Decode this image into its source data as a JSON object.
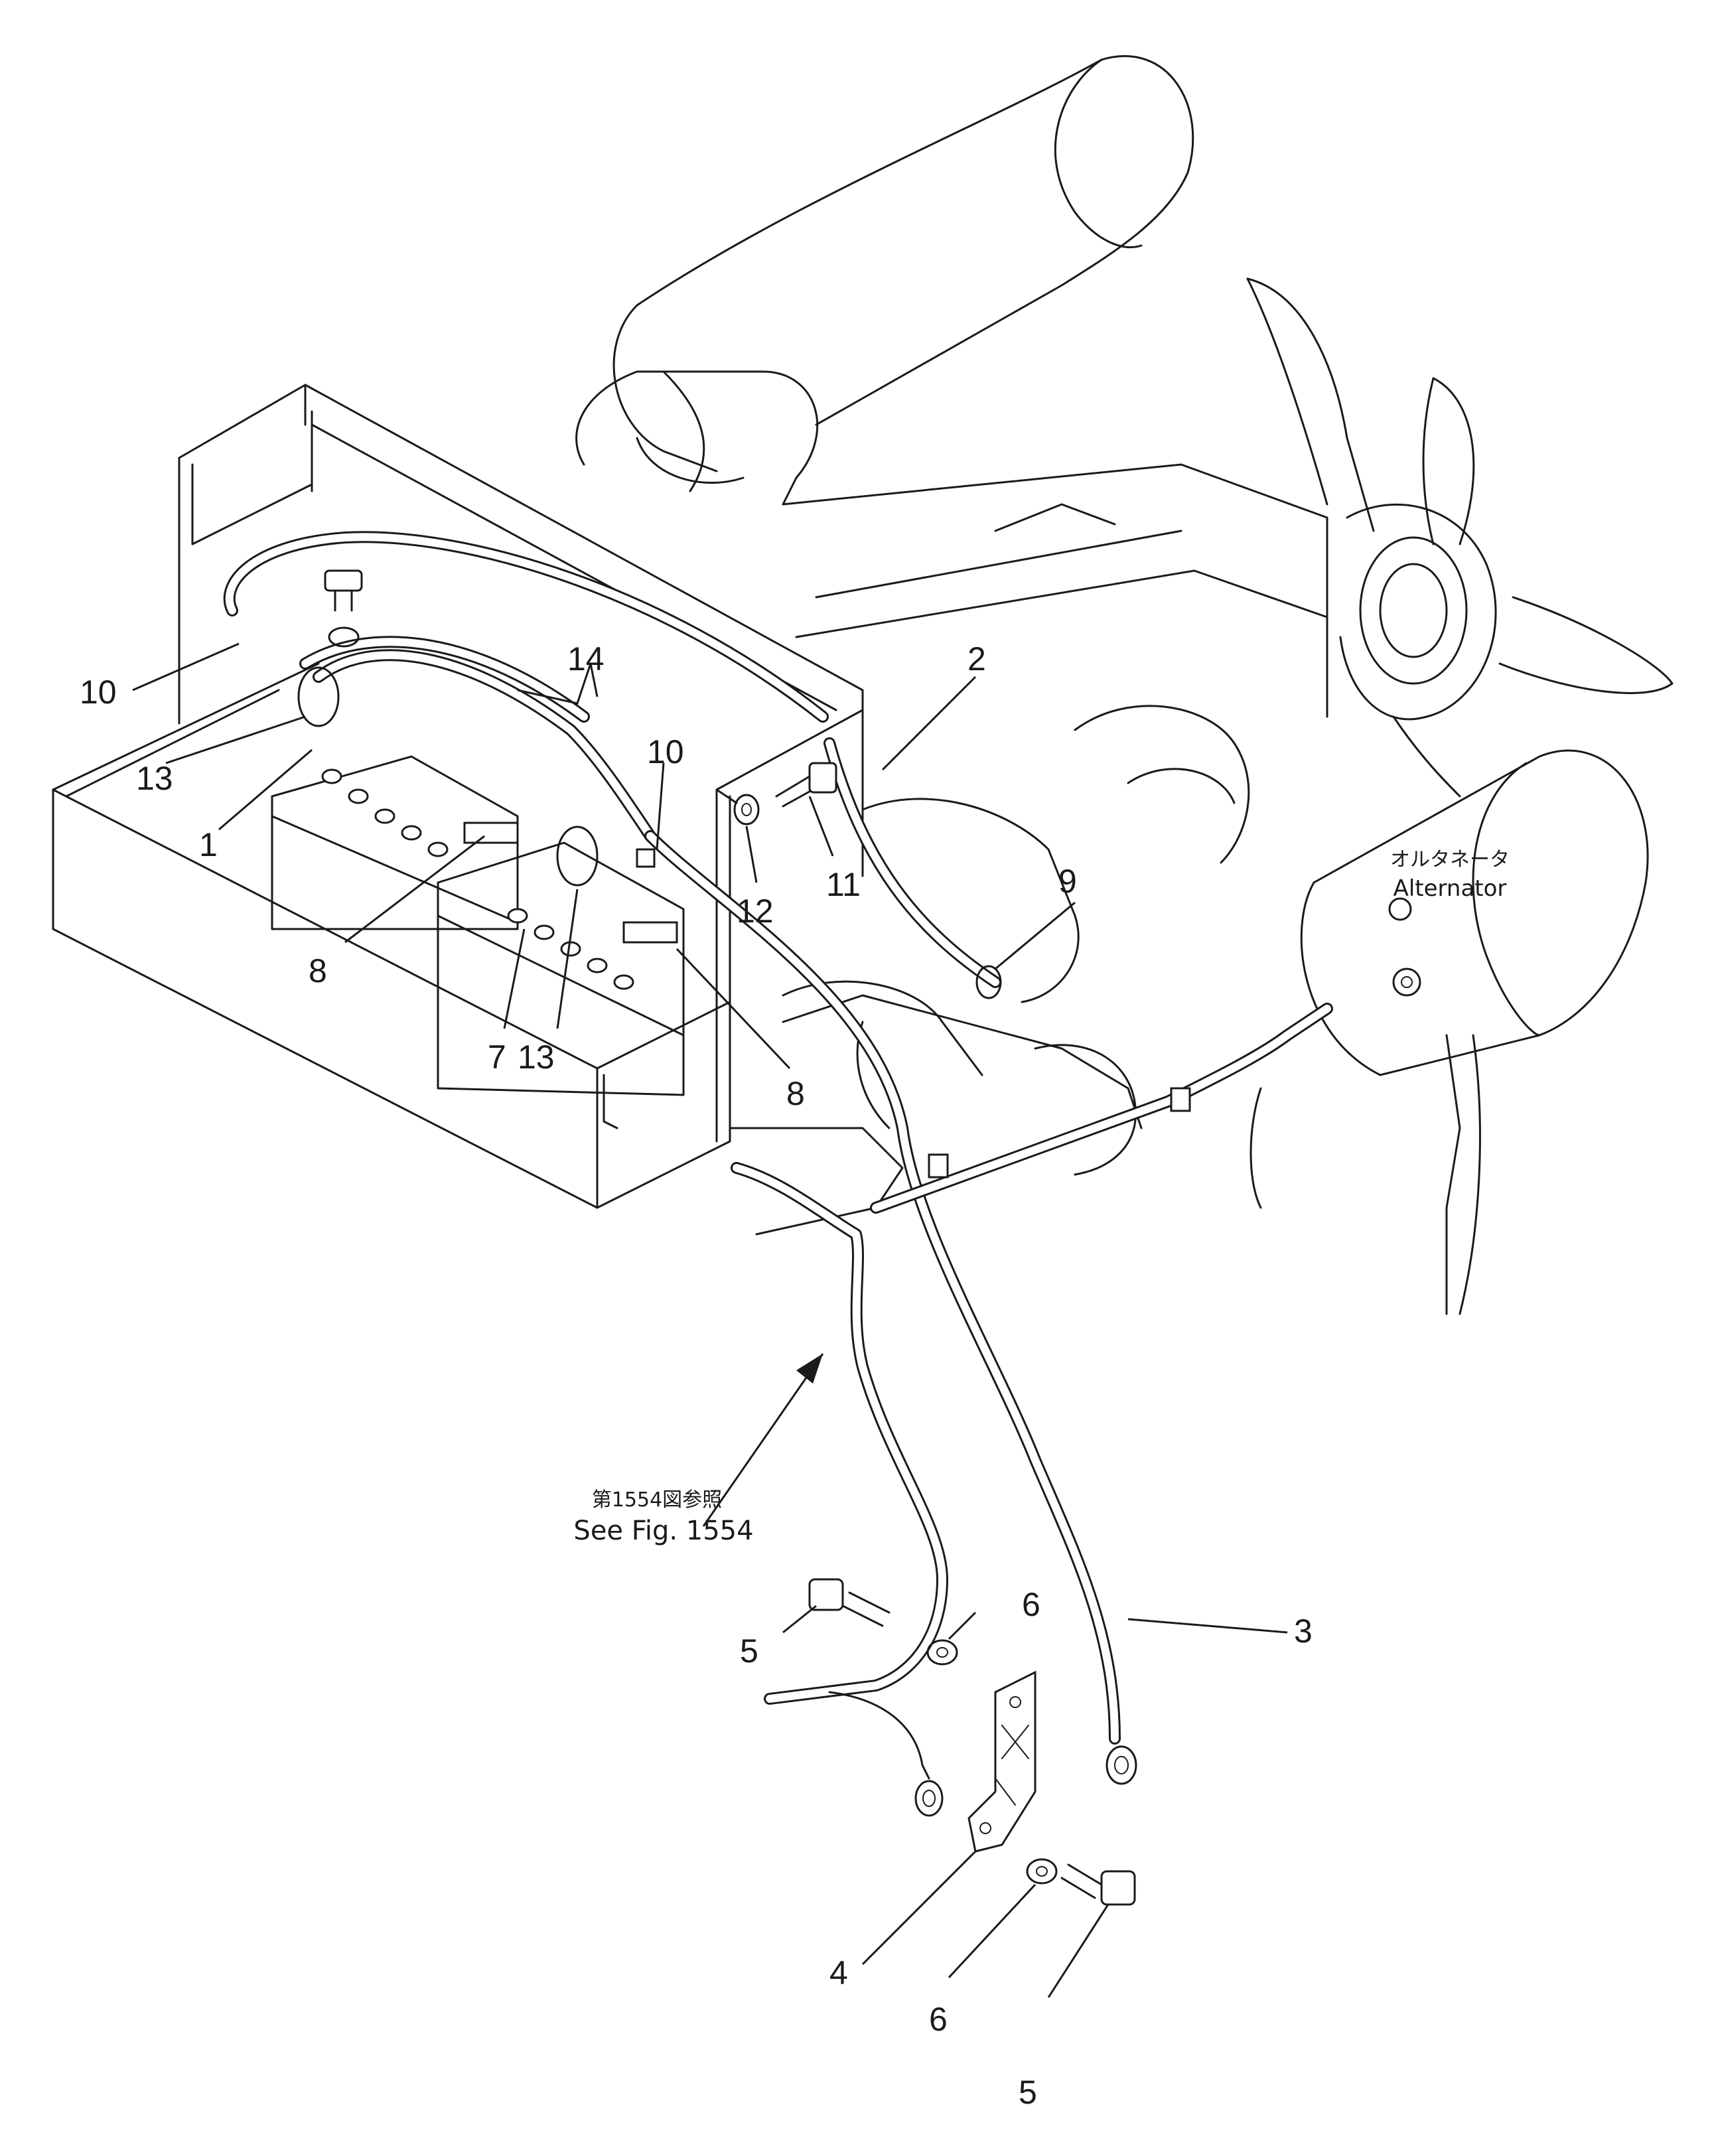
{
  "diagram": {
    "alternator_label_jp": "オルタネータ",
    "alternator_label_en": "Alternator",
    "reference_label_jp": "第1554図参照",
    "reference_label_en": "See Fig. 1554",
    "callouts": {
      "c1": "1",
      "c2": "2",
      "c3": "3",
      "c4": "4",
      "c5a": "5",
      "c5b": "5",
      "c6a": "6",
      "c6b": "6",
      "c7": "7",
      "c8a": "8",
      "c8b": "8",
      "c9": "9",
      "c10a": "10",
      "c10b": "10",
      "c11": "11",
      "c12": "12",
      "c13a": "13",
      "c13b": "13",
      "c14": "14"
    }
  }
}
